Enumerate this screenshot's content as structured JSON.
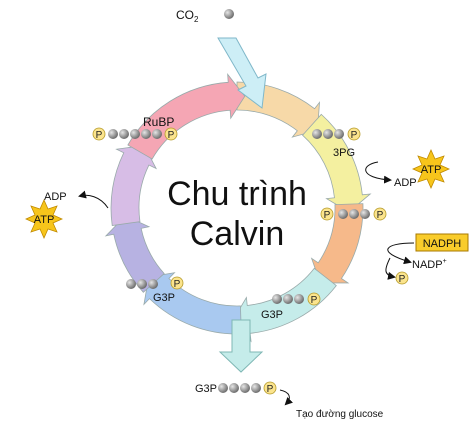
{
  "title_line1": "Chu trình",
  "title_line2": "Calvin",
  "co2": {
    "text": "CO",
    "sub": "2"
  },
  "rubp": "RuBP",
  "pg3": "3PG",
  "adp_right": "ADP",
  "atp_right": "ATP",
  "adp_left": "ADP",
  "atp_left": "ATP",
  "nadph": "NADPH",
  "nadp": {
    "text": "NADP",
    "sup": "+"
  },
  "phosphate": "P",
  "g3p_left": "G3P",
  "g3p_mid": "G3P",
  "g3p_bottom": "G3P",
  "glucose_label": "Tạo đường glucose",
  "colors": {
    "seg_top": "#f7d9a8",
    "seg_right_top": "#f4f0a0",
    "seg_right": "#f6b98a",
    "seg_bottom_right": "#c5ecea",
    "seg_bottom_left": "#a9c9f0",
    "seg_left": "#b7b2e2",
    "seg_left_top": "#d7bde6",
    "seg_top_left": "#f5a6b4",
    "co2_arrow": "#cdeef6",
    "atp_star": "#f7c51b",
    "nadph_box": "#f9cc2b",
    "phosphate_fill": "#fbe48d",
    "carbon_ball": "#9a9a9a"
  }
}
